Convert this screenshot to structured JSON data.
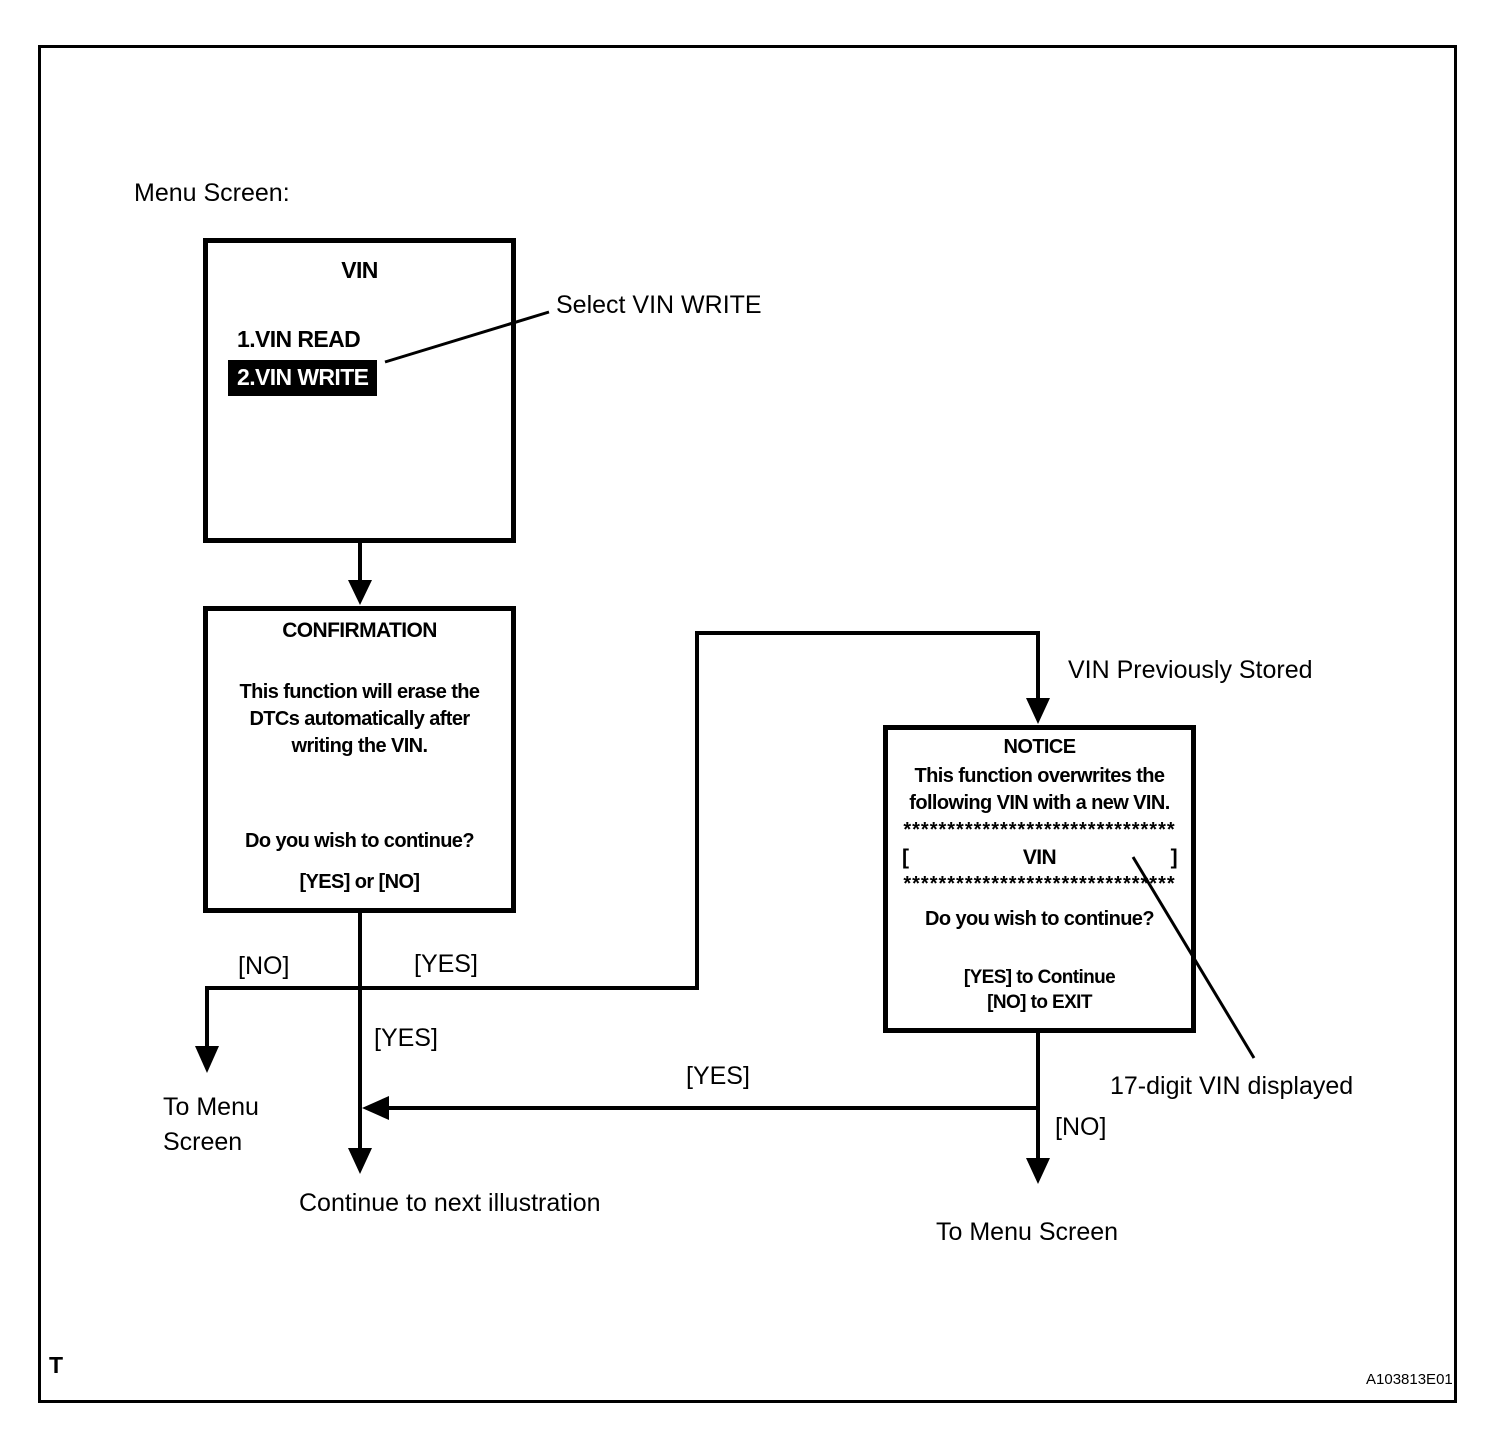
{
  "figure": {
    "background_color": "#ffffff",
    "ink_color": "#000000"
  },
  "header": {
    "menu_screen_label": "Menu Screen:"
  },
  "vin_menu_screen": {
    "title": "VIN",
    "items": [
      {
        "label": "1.VIN READ"
      },
      {
        "label": "2.VIN WRITE"
      }
    ]
  },
  "annotations": {
    "select_vin_write": "Select VIN WRITE",
    "vin_previously_stored": "VIN Previously Stored",
    "seventeen_digit_vin": "17-digit VIN displayed"
  },
  "confirmation_screen": {
    "title": "CONFIRMATION",
    "body_lines": [
      "This function will erase the",
      "DTCs automatically after",
      "writing the VIN."
    ],
    "question": "Do you wish to continue?",
    "options": "[YES] or [NO]"
  },
  "notice_screen": {
    "title": "NOTICE",
    "body_lines": [
      "This function overwrites the",
      "following VIN with a new VIN."
    ],
    "stars": "*******************************",
    "vin_open_bracket": "[",
    "vin_label": "VIN",
    "vin_close_bracket": "]",
    "question": "Do you wish to continue?",
    "option_yes": "[YES] to Continue",
    "option_no": "[NO] to EXIT"
  },
  "edge_labels": {
    "confirmation_no": "[NO]",
    "confirmation_yes_branch": "[YES]",
    "confirmation_yes_down": "[YES]",
    "notice_yes_return": "[YES]",
    "notice_no": "[NO]"
  },
  "terminals": {
    "to_menu_screen_left": "To Menu Screen",
    "continue_next_illustration": "Continue to next illustration",
    "to_menu_screen_right": "To Menu Screen"
  },
  "footer": {
    "page_mark": "T",
    "figure_code": "A103813E01"
  }
}
